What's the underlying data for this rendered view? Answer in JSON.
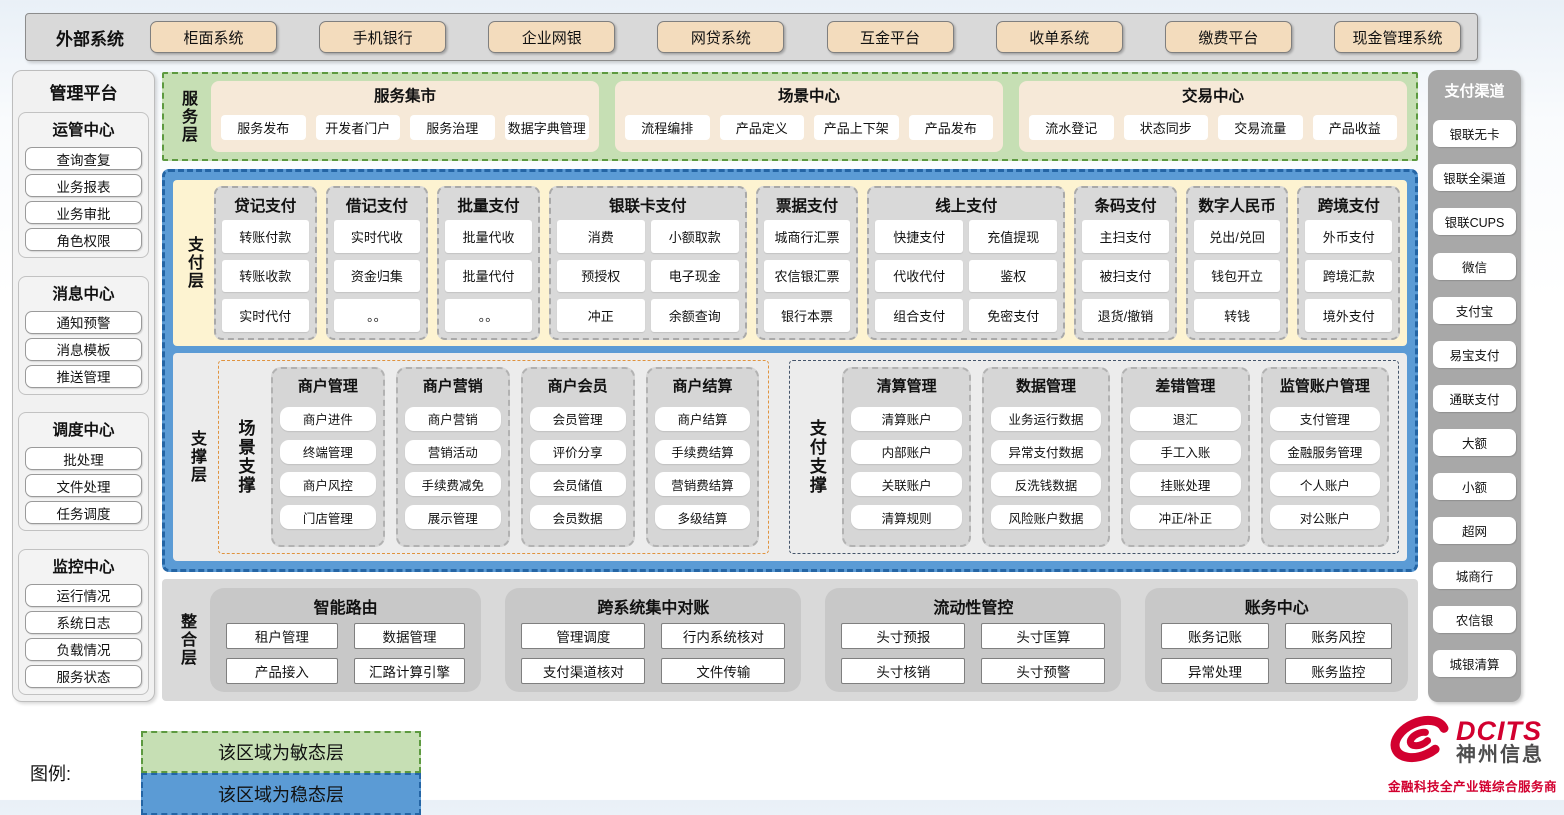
{
  "external_systems": {
    "label": "外部系统",
    "items": [
      "柜面系统",
      "手机银行",
      "企业网银",
      "网贷系统",
      "互金平台",
      "收单系统",
      "缴费平台",
      "现金管理系统"
    ]
  },
  "management_platform": {
    "title": "管理平台",
    "groups": [
      {
        "title": "运管中心",
        "items": [
          "查询查复",
          "业务报表",
          "业务审批",
          "角色权限"
        ]
      },
      {
        "title": "消息中心",
        "items": [
          "通知预警",
          "消息模板",
          "推送管理"
        ]
      },
      {
        "title": "调度中心",
        "items": [
          "批处理",
          "文件处理",
          "任务调度"
        ]
      },
      {
        "title": "监控中心",
        "items": [
          "运行情况",
          "系统日志",
          "负载情况",
          "服务状态"
        ]
      }
    ]
  },
  "service_layer": {
    "label": "服务层",
    "groups": [
      {
        "title": "服务集市",
        "items": [
          "服务发布",
          "开发者门户",
          "服务治理",
          "数据字典管理"
        ]
      },
      {
        "title": "场景中心",
        "items": [
          "流程编排",
          "产品定义",
          "产品上下架",
          "产品发布"
        ]
      },
      {
        "title": "交易中心",
        "items": [
          "流水登记",
          "状态同步",
          "交易流量",
          "产品收益"
        ]
      }
    ]
  },
  "payment_layer": {
    "label": "支付层",
    "groups": [
      {
        "title": "贷记支付",
        "cols": 1,
        "items": [
          "转账付款",
          "转账收款",
          "实时代付"
        ]
      },
      {
        "title": "借记支付",
        "cols": 1,
        "items": [
          "实时代收",
          "资金归集",
          "。。"
        ]
      },
      {
        "title": "批量支付",
        "cols": 1,
        "items": [
          "批量代收",
          "批量代付",
          "。。"
        ]
      },
      {
        "title": "银联卡支付",
        "cols": 2,
        "items": [
          "消费",
          "小额取款",
          "预授权",
          "电子现金",
          "冲正",
          "余额查询"
        ]
      },
      {
        "title": "票据支付",
        "cols": 1,
        "items": [
          "城商行汇票",
          "农信银汇票",
          "银行本票"
        ]
      },
      {
        "title": "线上支付",
        "cols": 2,
        "items": [
          "快捷支付",
          "充值提现",
          "代收代付",
          "鉴权",
          "组合支付",
          "免密支付"
        ]
      },
      {
        "title": "条码支付",
        "cols": 1,
        "items": [
          "主扫支付",
          "被扫支付",
          "退货/撤销"
        ]
      },
      {
        "title": "数字人民币",
        "cols": 1,
        "items": [
          "兑出/兑回",
          "钱包开立",
          "转钱"
        ]
      },
      {
        "title": "跨境支付",
        "cols": 1,
        "items": [
          "外币支付",
          "跨境汇款",
          "境外支付"
        ]
      }
    ]
  },
  "support_layer": {
    "label": "支撑层",
    "sections": [
      {
        "label": "场景支撑",
        "groups": [
          {
            "title": "商户管理",
            "items": [
              "商户进件",
              "终端管理",
              "商户风控",
              "门店管理"
            ]
          },
          {
            "title": "商户营销",
            "items": [
              "商户营销",
              "营销活动",
              "手续费减免",
              "展示管理"
            ]
          },
          {
            "title": "商户会员",
            "items": [
              "会员管理",
              "评价分享",
              "会员储值",
              "会员数据"
            ]
          },
          {
            "title": "商户结算",
            "items": [
              "商户结算",
              "手续费结算",
              "营销费结算",
              "多级结算"
            ]
          }
        ]
      },
      {
        "label": "支付支撑",
        "groups": [
          {
            "title": "清算管理",
            "items": [
              "清算账户",
              "内部账户",
              "关联账户",
              "清算规则"
            ]
          },
          {
            "title": "数据管理",
            "items": [
              "业务运行数据",
              "异常支付数据",
              "反洗钱数据",
              "风险账户数据"
            ]
          },
          {
            "title": "差错管理",
            "items": [
              "退汇",
              "手工入账",
              "挂账处理",
              "冲正/补正"
            ]
          },
          {
            "title": "监管账户管理",
            "items": [
              "支付管理",
              "金融服务管理",
              "个人账户",
              "对公账户"
            ]
          }
        ]
      }
    ]
  },
  "integration_layer": {
    "label": "整合层",
    "groups": [
      {
        "title": "智能路由",
        "items": [
          "租户管理",
          "数据管理",
          "产品接入",
          "汇路计算引擎"
        ]
      },
      {
        "title": "跨系统集中对账",
        "items": [
          "管理调度",
          "行内系统核对",
          "支付渠道核对",
          "文件传输"
        ]
      },
      {
        "title": "流动性管控",
        "items": [
          "头寸预报",
          "头寸匡算",
          "头寸核销",
          "头寸预警"
        ]
      },
      {
        "title": "账务中心",
        "items": [
          "账务记账",
          "账务风控",
          "异常处理",
          "账务监控"
        ]
      }
    ]
  },
  "payment_channels": {
    "title": "支付渠道",
    "items": [
      "银联无卡",
      "银联全渠道",
      "银联CUPS",
      "微信",
      "支付宝",
      "易宝支付",
      "通联支付",
      "大额",
      "小额",
      "超网",
      "城商行",
      "农信银",
      "城银清算"
    ]
  },
  "legend": {
    "label": "图例:",
    "items": [
      {
        "text": "该区域为敏态层",
        "type": "green"
      },
      {
        "text": "该区域为稳态层",
        "type": "blue"
      }
    ]
  },
  "logo": {
    "brand": "DCITS",
    "company": "神州信息",
    "tagline": "金融科技全产业链综合服务商"
  },
  "colors": {
    "agile_green": "#c6dfb4",
    "agile_border": "#5d9a40",
    "stable_blue": "#5b9bd5",
    "stable_border": "#2465a5",
    "peach": "#f3dcbd",
    "cream": "#f6e9d8",
    "panel_gray": "#d9d9d9",
    "payment_yellow": "#fdf3d1",
    "scene_orange": "#e0933e",
    "navy": "#44546a",
    "brand_red": "#d2002f"
  }
}
